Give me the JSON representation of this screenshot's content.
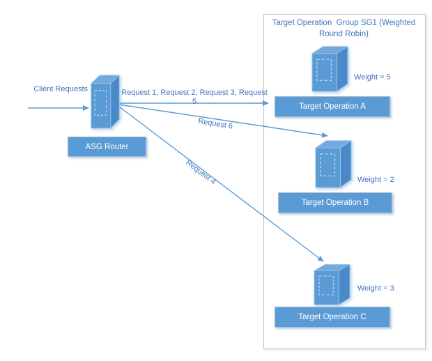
{
  "colors": {
    "shape_blue": "#5b9bd5",
    "shape_top_blue": "#73a9dc",
    "shape_side_blue": "#4a8ac9",
    "connector_blue": "#5b9bd5",
    "text_blue": "#4173bd",
    "node_label_text": "#ffffff",
    "group_border_gray": "#c3c3c3"
  },
  "client": {
    "label": "Client Requests"
  },
  "router": {
    "label": "ASG Router"
  },
  "group": {
    "title_line1": "Target Operation  Group SG1 (Weighted",
    "title_line2": "Round Robin)"
  },
  "edges": [
    {
      "label": "Request 1, Request 2, Request 3, Request 5",
      "from": "ASG Router",
      "to": "Target Operation A"
    },
    {
      "label": "Request 6",
      "from": "ASG Router",
      "to": "Target Operation B"
    },
    {
      "label": "Request 4",
      "from": "ASG Router",
      "to": "Target Operation C"
    }
  ],
  "targets": [
    {
      "label": "Target Operation A",
      "weight_label": "Weight = 5"
    },
    {
      "label": "Target Operation B",
      "weight_label": "Weight = 2"
    },
    {
      "label": "Target Operation C",
      "weight_label": "Weight = 3"
    }
  ]
}
